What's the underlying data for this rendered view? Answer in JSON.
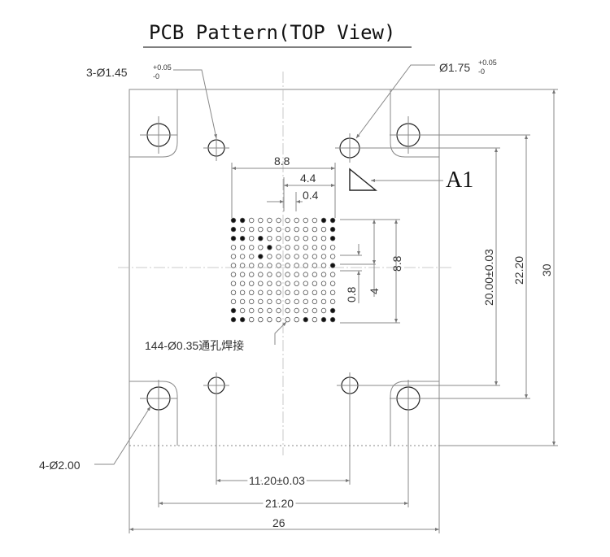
{
  "title": "PCB Pattern(TOP View)",
  "pin1_label": "A1",
  "labels": {
    "mount_holes": "3-Ø1.45",
    "mount_tol_plus": "+0.05",
    "mount_tol_minus": "-0",
    "guide_hole": "Ø1.75",
    "guide_tol_plus": "+0.05",
    "guide_tol_minus": "-0",
    "corner_holes": "4-Ø2.00",
    "via_pads": "144-Ø0.35通孔焊接"
  },
  "dimensions": {
    "grid_width": "8.8",
    "half_width": "4.4",
    "pitch": "0.4",
    "grid_height": "8.8",
    "half_height": "4",
    "pitch_v": "0.8",
    "mount_spacing_v": "20.00±0.03",
    "corner_spacing_v": "22.20",
    "overall_height": "30",
    "mount_spacing_h": "11.20±0.03",
    "corner_spacing_h": "21.20",
    "overall_width": "26"
  },
  "pad_grid": {
    "rows": 12,
    "cols": 12,
    "solid_pads": [
      [
        0,
        0
      ],
      [
        0,
        1
      ],
      [
        0,
        10
      ],
      [
        0,
        11
      ],
      [
        1,
        0
      ],
      [
        1,
        11
      ],
      [
        2,
        0
      ],
      [
        2,
        1
      ],
      [
        2,
        3
      ],
      [
        2,
        11
      ],
      [
        3,
        4
      ],
      [
        4,
        3
      ],
      [
        5,
        11
      ],
      [
        10,
        0
      ],
      [
        10,
        11
      ],
      [
        11,
        0
      ],
      [
        11,
        1
      ],
      [
        11,
        8
      ],
      [
        11,
        10
      ],
      [
        11,
        11
      ]
    ]
  }
}
